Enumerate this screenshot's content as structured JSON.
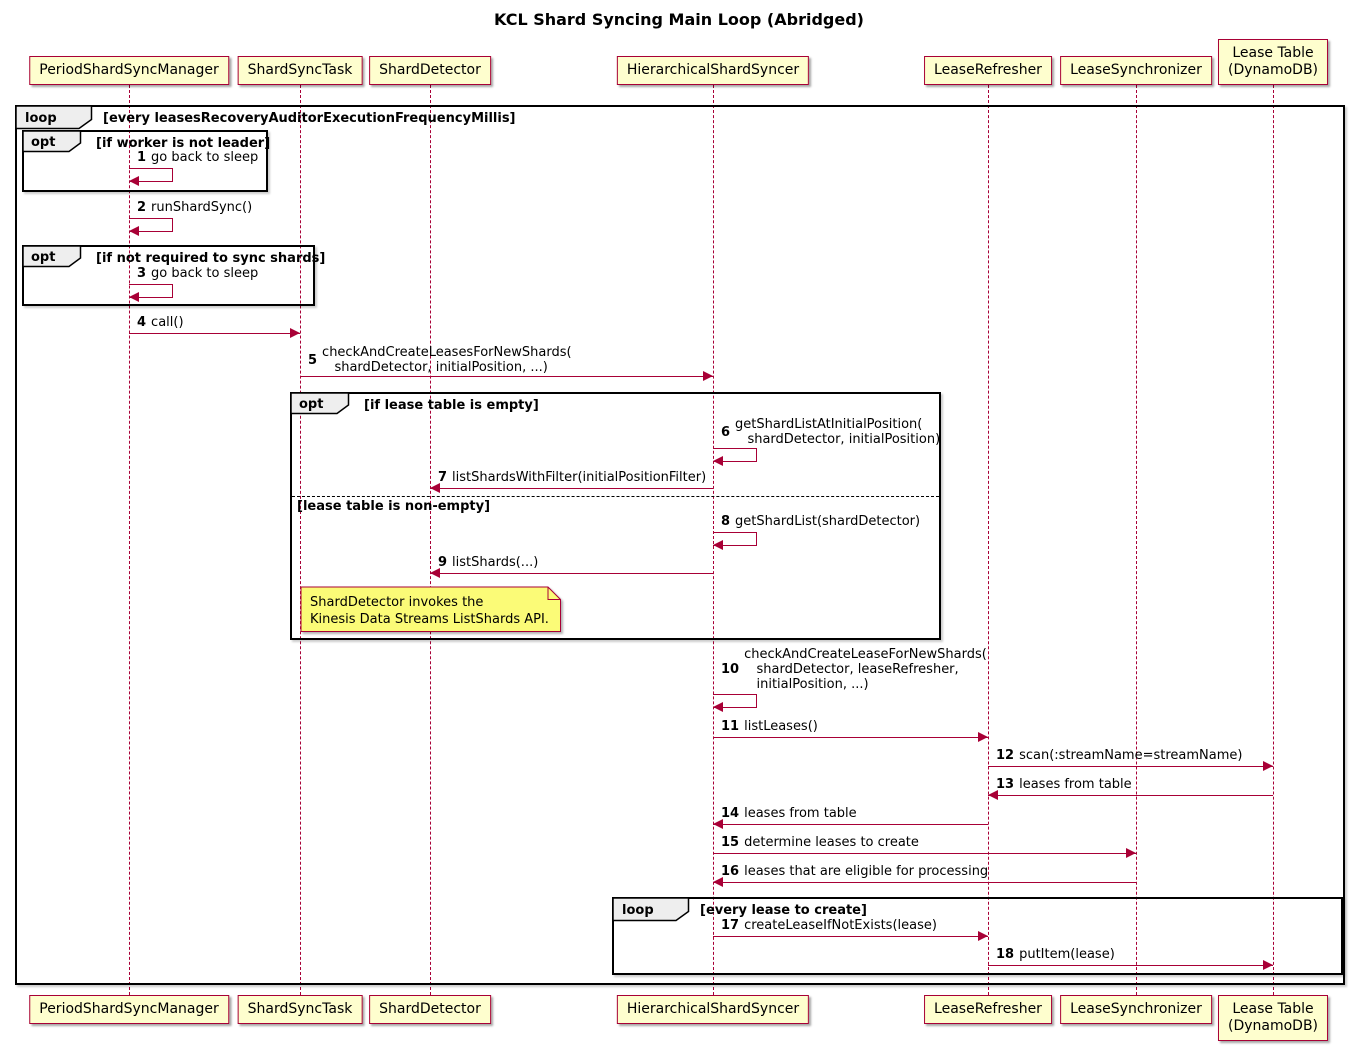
{
  "title": "KCL Shard Syncing Main Loop (Abridged)",
  "participants": [
    {
      "name": "PeriodShardSyncManager"
    },
    {
      "name": "ShardSyncTask"
    },
    {
      "name": "ShardDetector"
    },
    {
      "name": "HierarchicalShardSyncer"
    },
    {
      "name": "LeaseRefresher"
    },
    {
      "name": "LeaseSynchronizer"
    },
    {
      "name": "Lease Table\n(DynamoDB)"
    }
  ],
  "frames": {
    "outer_loop": {
      "keyword": "loop",
      "guard": "[every leasesRecoveryAuditorExecutionFrequencyMillis]"
    },
    "opt_worker": {
      "keyword": "opt",
      "guard": "[if worker is not leader]"
    },
    "opt_sync": {
      "keyword": "opt",
      "guard": "[if not required to sync shards]"
    },
    "opt_lease": {
      "keyword": "opt",
      "guard": "[if lease table is empty]",
      "else_guard": "[lease table is non-empty]"
    },
    "inner_loop": {
      "keyword": "loop",
      "guard": "[every lease to create]"
    }
  },
  "note": {
    "line1": "ShardDetector invokes the",
    "line2": "Kinesis Data Streams ListShards API."
  },
  "messages": [
    {
      "num": "1",
      "text": "go back to sleep"
    },
    {
      "num": "2",
      "text": "runShardSync()"
    },
    {
      "num": "3",
      "text": "go back to sleep"
    },
    {
      "num": "4",
      "text": "call()"
    },
    {
      "num": "5",
      "text": "checkAndCreateLeasesForNewShards(\n   shardDetector, initialPosition, ...)"
    },
    {
      "num": "6",
      "text": "getShardListAtInitialPosition(\n   shardDetector, initialPosition)"
    },
    {
      "num": "7",
      "text": "listShardsWithFilter(initialPositionFilter)"
    },
    {
      "num": "8",
      "text": "getShardList(shardDetector)"
    },
    {
      "num": "9",
      "text": "listShards(...)"
    },
    {
      "num": "10",
      "text": "checkAndCreateLeaseForNewShards(\n   shardDetector, leaseRefresher,\n   initialPosition, ...)"
    },
    {
      "num": "11",
      "text": "listLeases()"
    },
    {
      "num": "12",
      "text": "scan(:streamName=streamName)"
    },
    {
      "num": "13",
      "text": "leases from table"
    },
    {
      "num": "14",
      "text": "leases from table"
    },
    {
      "num": "15",
      "text": "determine leases to create"
    },
    {
      "num": "16",
      "text": "leases that are eligible for processing"
    },
    {
      "num": "17",
      "text": "createLeaseIfNotExists(lease)"
    },
    {
      "num": "18",
      "text": "putItem(lease)"
    }
  ]
}
